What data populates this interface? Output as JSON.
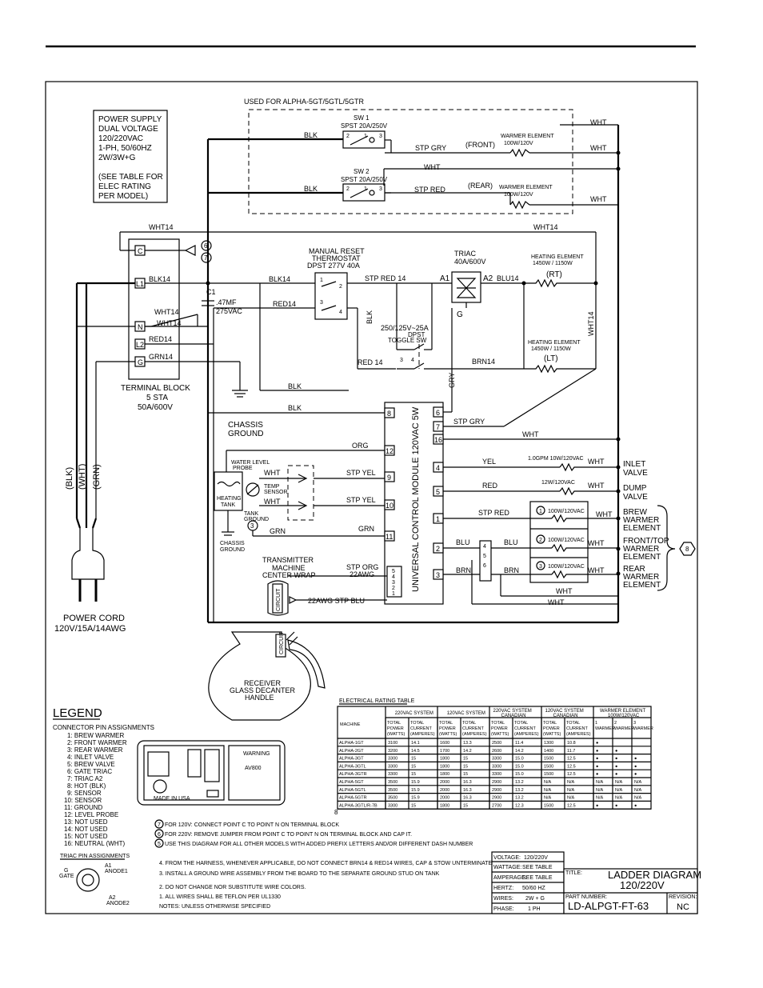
{
  "supply_note": [
    "POWER SUPPLY",
    "DUAL VOLTAGE",
    "120/220VAC",
    "1-PH, 50/60HZ",
    "2W/3W+G",
    "",
    "(SEE TABLE FOR",
    "ELEC RATING",
    "PER MODEL)"
  ],
  "used_for": "USED FOR ALPHA-5GT/5GTL/5GTR",
  "sw1": {
    "name": "SW 1",
    "rating": "SPST 20A/250V"
  },
  "sw2": {
    "name": "SW 2",
    "rating": "SPST 20A/250V"
  },
  "warmer_element": [
    "WARMER ELEMENT",
    "100W/120V"
  ],
  "labels": {
    "blk": "BLK",
    "wht": "WHT",
    "stp_gry": "STP GRY",
    "stp_red": "STP RED",
    "front": "(FRONT)",
    "rear": "(REAR)",
    "wht14": "WHT14",
    "blk14": "BLK14",
    "red14": "RED14",
    "grn14": "GRN14",
    "stp_red14": "STP RED 14",
    "blu14": "BLU14",
    "brn14": "BRN14",
    "red_14": "RED 14",
    "c1": "C1",
    "c1_val1": ".47MF",
    "c1_val2": "275VAC",
    "thermostat": [
      "MANUAL RESET",
      "THERMOSTAT",
      "DPST 277V 40A"
    ],
    "triac": [
      "TRIAC",
      "40A/600V"
    ],
    "a1": "A1",
    "a2": "A2",
    "g": "G",
    "heat_rt": [
      "HEATING ELEMENT",
      "1450W / 1150W"
    ],
    "rt": "(RT)",
    "heat_lt": [
      "HEATING ELEMENT",
      "1450W / 1150W"
    ],
    "lt": "(LT)",
    "toggle": [
      "250/125V~25A",
      "DPST",
      "TOGGLE SW"
    ],
    "terminal_block": [
      "TERMINAL BLOCK",
      "5 STA",
      "50A/600V"
    ],
    "chassis_ground": [
      "CHASSIS",
      "GROUND"
    ],
    "org": "ORG",
    "stp_yel": "STP YEL",
    "grn": "GRN",
    "gry": "GRY",
    "water_level_probe": [
      "WATER LEVEL",
      "PROBE"
    ],
    "heating_tank": [
      "HEATING",
      "TANK"
    ],
    "temp_sensor": [
      "TEMP",
      "SENSOR"
    ],
    "tank_ground": [
      "TANK",
      "GROUND"
    ],
    "transmitter": [
      "TRANSMITTER",
      "MACHINE",
      "CENTER WRAP"
    ],
    "stp_org": "STP ORG",
    "awg22": "22AWG",
    "stp_blu": "22AWG STP BLU",
    "ucm": "UNIVERSAL CONTROL MODULE 120VAC 5W",
    "yel": "YEL",
    "red": "RED",
    "blu": "BLU",
    "brn": "BRN",
    "inlet_rating": "1.0GPM 10W/120VAC",
    "dump_rating": "12W/120VAC",
    "w100": "100W/120VAC",
    "inlet_valve": [
      "INLET",
      "VALVE"
    ],
    "dump_valve": [
      "DUMP",
      "VALVE"
    ],
    "brew_warmer": [
      "BREW",
      "WARMER",
      "ELEMENT"
    ],
    "front_warmer": [
      "FRONT/TOP",
      "WARMER",
      "ELEMENT"
    ],
    "rear_warmer": [
      "REAR",
      "WARMER",
      "ELEMENT"
    ],
    "cord_colors": [
      "(BLK)",
      "(WHT)",
      "(GRN)"
    ],
    "power_cord": [
      "POWER CORD",
      "120V/15A/14AWG"
    ],
    "receiver": [
      "RECEIVER",
      "GLASS DECANTER",
      "HANDLE"
    ],
    "circuit": "CIRCUIT",
    "block_pins": [
      "C",
      "L1",
      "N",
      "L2",
      "G"
    ],
    "ucm_left_pins": [
      "8",
      "12",
      "9",
      "10",
      "11"
    ],
    "ucm_right_pins": [
      "6",
      "7",
      "16",
      "4",
      "5",
      "1",
      "2",
      "3"
    ],
    "callout_6": "6",
    "callout_7": "7",
    "callout_3": "3",
    "callout_8": "8"
  },
  "legend": {
    "title": "LEGEND",
    "subtitle": "CONNECTOR PIN ASSIGNMENTS",
    "items": [
      "1:  BREW WARMER",
      "2:  FRONT WARMER",
      "3:  REAR WARMER",
      "4:  INLET VALVE",
      "5:  BREW VALVE",
      "6:  GATE TRIAC",
      "7:  TRIAC A2",
      "8:  HOT (BLK)",
      "9:  SENSOR",
      "10:  SENSOR",
      "11:  GROUND",
      "12:  LEVEL PROBE",
      "13:  NOT USED",
      "14:  NOT USED",
      "15:  NOT USED",
      "16:  NEUTRAL (WHT)"
    ],
    "triac_title": "TRIAC PIN ASSIGNMENTS",
    "triac_pins": [
      "A1",
      "ANODE1",
      "G",
      "GATE",
      "A2",
      "ANODE2"
    ]
  },
  "notes": [
    "FOR 120V:  CONNECT POINT C TO POINT N ON TERMINAL BLOCK",
    "FOR 220V: REMOVE JUMPER FROM POINT C TO POINT N ON TERMINAL BLOCK AND CAP IT.",
    "USE THIS DIAGRAM FOR ALL OTHER MODELS WITH ADDED PREFIX LETTERS AND/OR DIFFERENT DASH NUMBER",
    "4. FROM THE HARNESS, WHENEVER APPLICABLE, DO NOT CONNECT BRN14 & RED14 WIRES, CAP & STOW UNTERMINATED ENDS.",
    "3. INSTALL A GROUND WIRE ASSEMBLY FROM THE BOARD TO THE SEPARATE GROUND STUD ON TANK",
    "2. DO NOT CHANGE NOR SUBSTITUTE WIRE COLORS.",
    "1. ALL WIRES SHALL BE TEFLON PER UL1330",
    "NOTES: UNLESS OTHERWISE SPECIFIED"
  ],
  "note_markers": [
    "7",
    "6",
    "5"
  ],
  "table": {
    "title": "ELECTRICAL RATING TABLE",
    "group_headers": [
      "220VAC SYSTEM",
      "120VAC SYSTEM",
      "220VAC SYSTEM CANADIAN",
      "120VAC SYSTEM CANADIAN",
      "WARMER ELEMENT 100W/120VAC"
    ],
    "sub_headers": [
      "MACHINE",
      "TOTAL POWER (WATTS)",
      "TOTAL CURRENT (AMPERES)",
      "TOTAL POWER (WATTS)",
      "TOTAL CURRENT (AMPERES)",
      "TOTAL POWER (WATTS)",
      "TOTAL CURRENT (AMPERES)",
      "TOTAL POWER (WATTS)",
      "TOTAL CURRENT (AMPERES)",
      "1 WARMER",
      "2 WARMER",
      "3 WARMER"
    ],
    "rows": [
      [
        "ALPHA-1GT",
        "3100",
        "14.1",
        "1600",
        "13.3",
        "2500",
        "11.4",
        "1300",
        "10.8",
        "●",
        "",
        ""
      ],
      [
        "ALPHA-2GT",
        "3200",
        "14.5",
        "1700",
        "14.2",
        "2600",
        "14.2",
        "1400",
        "11.7",
        "●",
        "●",
        ""
      ],
      [
        "ALPHA-3GT",
        "3300",
        "15",
        "1800",
        "15",
        "3300",
        "15.0",
        "1500",
        "12.5",
        "●",
        "●",
        "●"
      ],
      [
        "ALPHA-3GTL",
        "3300",
        "15",
        "1800",
        "15",
        "3300",
        "15.0",
        "1500",
        "12.5",
        "●",
        "●",
        "●"
      ],
      [
        "ALPHA-3GTR",
        "3300",
        "15",
        "1800",
        "15",
        "3300",
        "15.0",
        "1500",
        "12.5",
        "●",
        "●",
        "●"
      ],
      [
        "ALPHA-5GT",
        "3500",
        "15.9",
        "2000",
        "16.3",
        "2900",
        "13.2",
        "N/A",
        "N/A",
        "N/A",
        "N/A",
        "N/A"
      ],
      [
        "ALPHA-5GTL",
        "3500",
        "15.9",
        "2000",
        "16.3",
        "2900",
        "13.2",
        "N/A",
        "N/A",
        "N/A",
        "N/A",
        "N/A"
      ],
      [
        "ALPHA-5GTR",
        "3500",
        "15.9",
        "2000",
        "16.3",
        "2900",
        "13.2",
        "N/A",
        "N/A",
        "N/A",
        "N/A",
        "N/A"
      ],
      [
        "ALPHA-3GTL/R-7B",
        "3300",
        "15",
        "1800",
        "15",
        "2700",
        "12.3",
        "1500",
        "12.5",
        "●",
        "●",
        "●"
      ]
    ]
  },
  "title_block": {
    "voltage_label": "VOLTAGE:",
    "voltage": "120/220V",
    "wattage_label": "WATTAGE:",
    "wattage": "SEE TABLE",
    "amperage_label": "AMPERAGE:",
    "amperage": "SEE TABLE",
    "hertz_label": "HERTZ:",
    "hertz": "50/60 HZ",
    "wires_label": "WIRES:",
    "wires": "2W + G",
    "phase_label": "PHASE:",
    "phase": "1 PH",
    "title_label": "TITLE:",
    "title": [
      "LADDER DIAGRAM",
      "120/220V"
    ],
    "part_label": "PART NUMBER:",
    "part": "LD-ALPGT-FT-63",
    "rev_label": "REVISION:",
    "rev": "NC"
  },
  "board": {
    "warning": "WARNING",
    "model": "AV800",
    "made_in": "MADE IN USA"
  }
}
